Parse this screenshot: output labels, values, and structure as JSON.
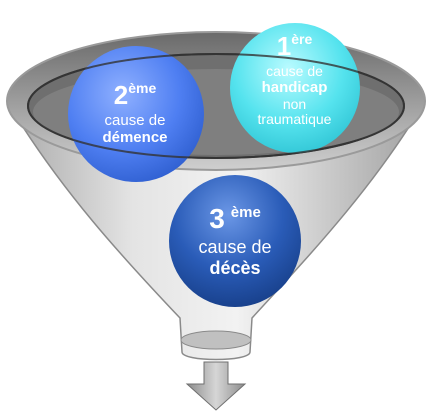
{
  "circles": {
    "dementia": {
      "rank": "2",
      "suffix": "ème",
      "line1": "cause de",
      "line2": "démence",
      "color": "#4f7ff2"
    },
    "handicap": {
      "rank": "1",
      "suffix": "ère",
      "line1": "cause de",
      "line2": "handicap",
      "line3": "non",
      "line4": "traumatique",
      "color": "#55e3ee"
    },
    "deaths": {
      "rank": "3",
      "suffix": "ème",
      "line1": "cause de",
      "line2": "décès",
      "color": "#1f4ea3"
    }
  },
  "colors": {
    "funnel": "#c8c8c8",
    "funnel_edge": "#7a7a7a",
    "arrow": "#b0b0b0"
  }
}
